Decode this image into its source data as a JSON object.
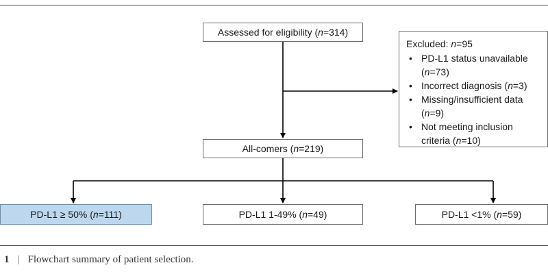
{
  "boxes": {
    "assessed": {
      "label": "Assessed for eligibility (",
      "n": "n",
      "value": "=314)"
    },
    "excluded": {
      "title_prefix": "Excluded: ",
      "title_n": "n",
      "title_value": "=95",
      "bullet": "•",
      "items": [
        {
          "pre": "PD-L1 status unavailable (",
          "n": "n",
          "post": "=73)"
        },
        {
          "pre": "Incorrect diagnosis (",
          "n": "n",
          "post": "=3)"
        },
        {
          "pre": "Missing/insufficient data (",
          "n": "n",
          "post": "=9)"
        },
        {
          "pre": "Not meeting inclusion criteria (",
          "n": "n",
          "post": "=10)"
        }
      ]
    },
    "all_comers": {
      "label": "All-comers (",
      "n": "n",
      "value": "=219)"
    },
    "pdl1_high": {
      "label": "PD-L1 ≥ 50% (",
      "n": "n",
      "value": "=111)"
    },
    "pdl1_mid": {
      "label": "PD-L1 1-49% (",
      "n": "n",
      "value": "=49)"
    },
    "pdl1_low": {
      "label": "PD-L1 <1% (",
      "n": "n",
      "value": "=59)"
    }
  },
  "caption": {
    "figure_number": "1",
    "separator": "|",
    "text": "Flowchart summary of patient selection."
  },
  "colors": {
    "highlight_box": "#bdd7ee",
    "line": "#000000",
    "box_border": "#6b6b6b"
  }
}
